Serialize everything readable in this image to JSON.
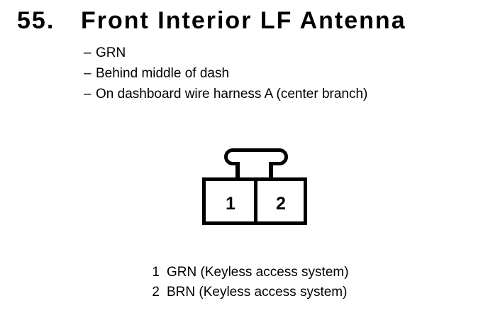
{
  "page": {
    "paper_color": "#ffffff",
    "ink_color": "#000000"
  },
  "header": {
    "item_number": "55.",
    "title": "Front Interior LF Antenna"
  },
  "details": {
    "marker": "–",
    "items": [
      "GRN",
      "Behind middle of dash",
      "On dashboard wire harness A (center branch)"
    ]
  },
  "connector": {
    "pins": [
      {
        "number": "1"
      },
      {
        "number": "2"
      }
    ]
  },
  "legend": {
    "rows": [
      {
        "pin": "1",
        "label": "GRN (Keyless access system)"
      },
      {
        "pin": "2",
        "label": "BRN (Keyless access system)"
      }
    ]
  }
}
